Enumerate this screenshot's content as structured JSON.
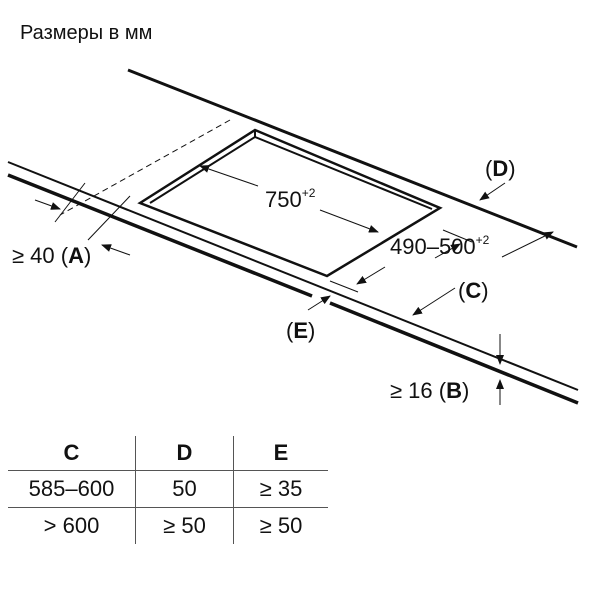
{
  "title": "Размеры в мм",
  "labels": {
    "a_prefix": "≥ 40 (",
    "a_letter": "A",
    "a_suffix": ")",
    "b_prefix": "≥ 16 (",
    "b_letter": "B",
    "b_suffix": ")",
    "c_open": "(",
    "c_letter": "C",
    "c_close": ")",
    "d_open": "(",
    "d_letter": "D",
    "d_close": ")",
    "e_open": "(",
    "e_letter": "E",
    "e_close": ")",
    "width_value": "750",
    "width_tol": "+2",
    "depth_value": "490–500",
    "depth_tol": "+2"
  },
  "table": {
    "headers": [
      "C",
      "D",
      "E"
    ],
    "rows": [
      [
        "585–600",
        "50",
        "≥ 35"
      ],
      [
        "> 600",
        "≥ 50",
        "≥ 50"
      ]
    ]
  }
}
